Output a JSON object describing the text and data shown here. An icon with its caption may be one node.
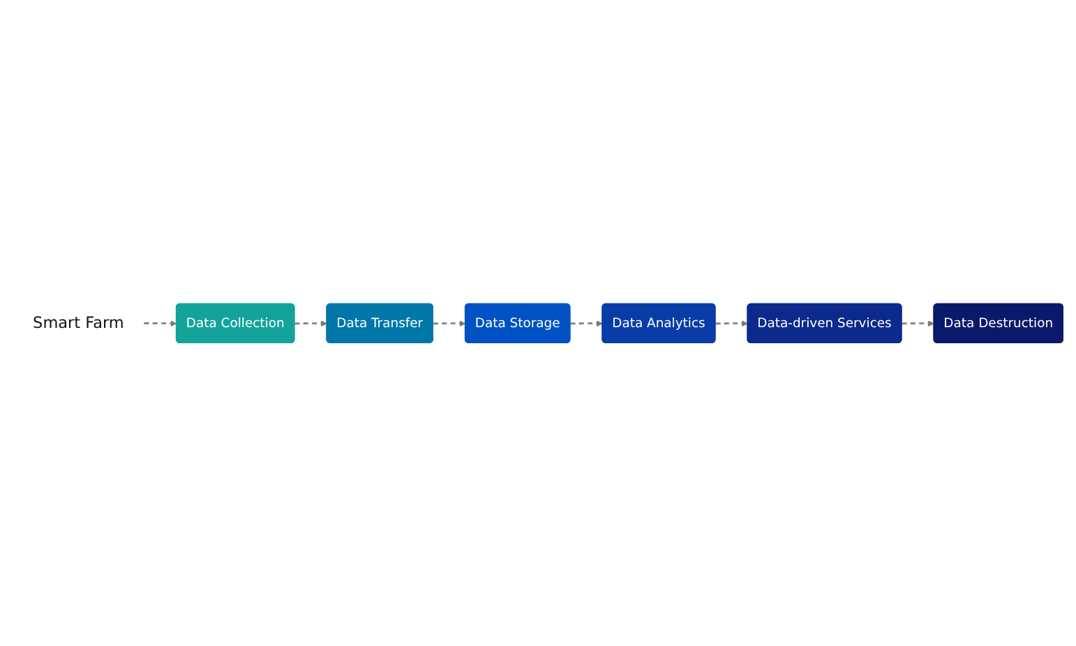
{
  "diagram": {
    "nodes": [
      {
        "text": [
          "Smart Farm"
        ]
      },
      {
        "text": [
          "Data Collection"
        ]
      },
      {
        "text": [
          "Data Transfer"
        ]
      },
      {
        "text": [
          "Data Storage"
        ]
      },
      {
        "text": [
          "Data Destruction"
        ]
      },
      {
        "text": [
          "Data-driven Services"
        ]
      },
      {
        "text": [
          "Data Analytics"
        ]
      }
    ],
    "edges": [
      {
        "from": 0,
        "to": 1,
        "arrow": "to",
        "style": "dashed"
      },
      {
        "from": 1,
        "to": 2,
        "arrow": "to",
        "style": "dashed"
      },
      {
        "from": 2,
        "to": 3,
        "arrow": "to",
        "style": "dashed"
      },
      {
        "from": 3,
        "to": 6,
        "arrow": "to",
        "style": "dashed"
      },
      {
        "from": 6,
        "to": 5,
        "arrow": "to",
        "style": "dashed"
      },
      {
        "from": 5,
        "to": 4,
        "arrow": "to",
        "style": "dashed"
      }
    ]
  }
}
